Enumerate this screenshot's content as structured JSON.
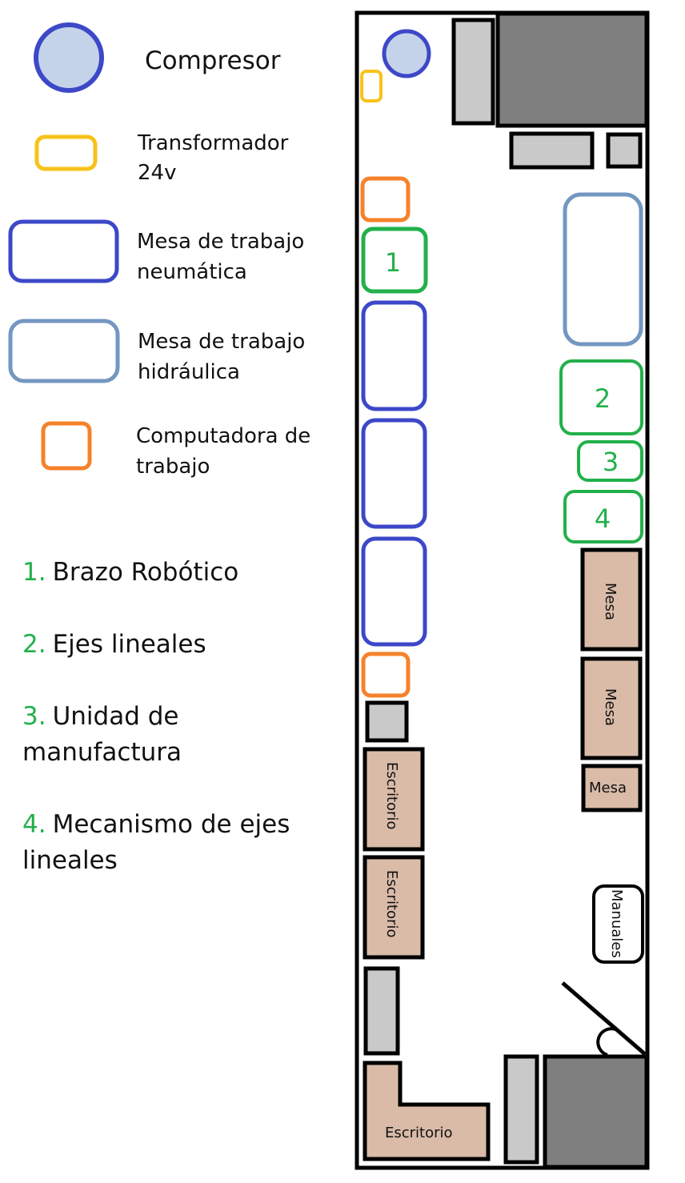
{
  "colors": {
    "compressor": "#3d48c8",
    "compressor_fill": "#c5d3ea",
    "transformer": "#f8c21a",
    "pneumatic": "#3c48c8",
    "hydraulic": "#7397c0",
    "computer": "#f5822a",
    "green": "#22b04b",
    "wood": "#d9bba8",
    "light_gray": "#c9c9c9",
    "dark_gray": "#7f7f7f"
  },
  "legend": {
    "compressor": "Compresor",
    "transformer": [
      "Transformador",
      "24v"
    ],
    "pneumatic": [
      "Mesa de trabajo",
      "neumática"
    ],
    "hydraulic": [
      "Mesa de trabajo",
      "hidráulica"
    ],
    "computer": [
      "Computadora de",
      "trabajo"
    ]
  },
  "numbered": [
    {
      "n": "1.",
      "lines": [
        "Brazo Robótico"
      ]
    },
    {
      "n": "2.",
      "lines": [
        "Ejes lineales"
      ]
    },
    {
      "n": "3.",
      "lines": [
        "Unidad de",
        "manufactura"
      ]
    },
    {
      "n": "4.",
      "lines": [
        "Mecanismo de ejes",
        "lineales"
      ]
    }
  ],
  "plan": {
    "stations": [
      "1",
      "2",
      "3",
      "4"
    ],
    "mesa": "Mesa",
    "escritorio": "Escritorio",
    "manuales": "Manuales"
  }
}
